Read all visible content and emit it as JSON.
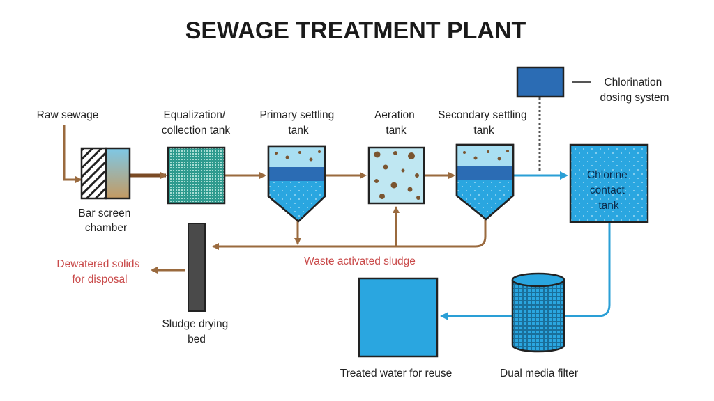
{
  "title": "SEWAGE TREATMENT PLANT",
  "labels": {
    "raw_sewage": "Raw sewage",
    "bar_screen": [
      "Bar screen",
      "chamber"
    ],
    "equalization": [
      "Equalization/",
      "collection tank"
    ],
    "primary": [
      "Primary settling",
      "tank"
    ],
    "aeration": [
      "Aeration",
      "tank"
    ],
    "secondary": [
      "Secondary settling",
      "tank"
    ],
    "chlorination": [
      "Chlorination",
      "dosing system"
    ],
    "chlorine_contact": [
      "Chlorine",
      "contact",
      "tank"
    ],
    "waste_sludge": "Waste activated sludge",
    "dewatered": [
      "Dewatered solids",
      "for disposal"
    ],
    "drying_bed": [
      "Sludge drying",
      "bed"
    ],
    "treated_water": "Treated water for reuse",
    "dual_media": "Dual media filter"
  },
  "colors": {
    "sludge_flow": "#9a6a3e",
    "water_flow": "#2a9fd6",
    "tank_blue": "#2aa6e0",
    "band_blue": "#2b6cb4",
    "floc_brown": "#7a5530",
    "dewatered_text": "#c94a4a"
  }
}
